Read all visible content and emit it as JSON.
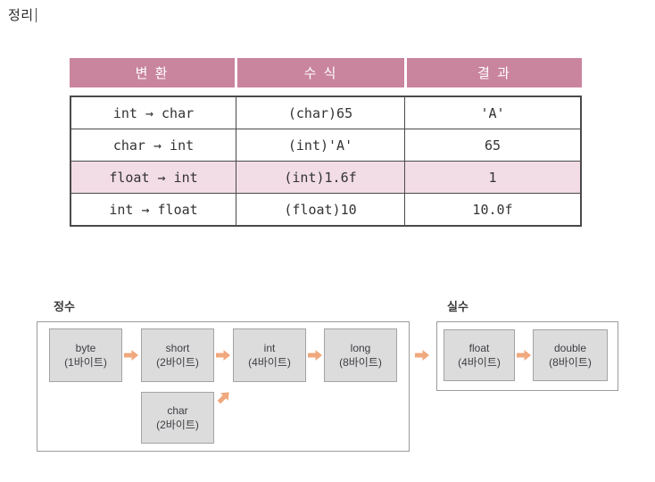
{
  "page": {
    "title": "정리"
  },
  "conversion_table": {
    "headers": [
      "변 환",
      "수 식",
      "결 과"
    ],
    "rows": [
      {
        "conversion": "int → char",
        "expression": "(char)65",
        "result": "'A'"
      },
      {
        "conversion": "char → int",
        "expression": "(int)'A'",
        "result": "65"
      },
      {
        "conversion": "float → int",
        "expression": "(int)1.6f",
        "result": "1"
      },
      {
        "conversion": "int → float",
        "expression": "(float)10",
        "result": "10.0f"
      }
    ],
    "highlighted_row_index": 2
  },
  "type_promotion_diagram": {
    "integer_group": {
      "label": "정수",
      "boxes": [
        {
          "name": "byte",
          "size": "(1바이트)"
        },
        {
          "name": "short",
          "size": "(2바이트)"
        },
        {
          "name": "int",
          "size": "(4바이트)"
        },
        {
          "name": "long",
          "size": "(8바이트)"
        },
        {
          "name": "char",
          "size": "(2바이트)"
        }
      ]
    },
    "real_group": {
      "label": "실수",
      "boxes": [
        {
          "name": "float",
          "size": "(4바이트)"
        },
        {
          "name": "double",
          "size": "(8바이트)"
        }
      ]
    }
  },
  "colors": {
    "table_header_bg": "#c9849e",
    "table_header_text": "#ffffff",
    "highlight_row_bg": "#f2dce6",
    "table_border": "#4a4a4a",
    "diagram_box_bg": "#dcdcdc",
    "diagram_box_border": "#a3a3a3",
    "diagram_container_border": "#9b9b9b",
    "arrow": "#f0a87c"
  }
}
